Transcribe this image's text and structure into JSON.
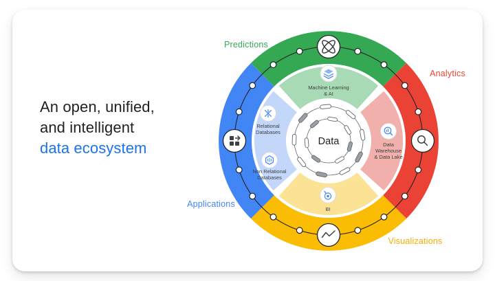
{
  "headline": {
    "lines": [
      "An open, unified,",
      "and intelligent",
      "data ecosystem"
    ],
    "text_color": "#202124",
    "accent_color": "#1A73E8"
  },
  "diagram": {
    "center_label": "Data",
    "ring": {
      "predictions": {
        "label": "Predictions",
        "color": "#34A853",
        "icon": "ml-atom-icon"
      },
      "analytics": {
        "label": "Analytics",
        "color": "#EA4335",
        "icon": "search-icon"
      },
      "visualizations": {
        "label": "Visualizations",
        "color": "#FBBC04",
        "label_color": "#F9AB00",
        "icon": "line-chart-icon"
      },
      "applications": {
        "label": "Applications",
        "color": "#4285F4",
        "icon": "apps-grid-icon"
      }
    },
    "segments": {
      "machine_learning": {
        "lines": [
          "Machine Learning",
          "& AI"
        ],
        "color": "#A8DAB5",
        "icon": "layers-icon"
      },
      "data_warehouse": {
        "lines": [
          "Data",
          "Warehouse",
          "& Data Lake"
        ],
        "color": "#F1B0AB",
        "icon": "bigquery-search-icon"
      },
      "bi": {
        "lines": [
          "BI"
        ],
        "color": "#FBE295",
        "icon": "looker-icon"
      },
      "relational": {
        "lines": [
          "Relational",
          "Databases"
        ],
        "color": "#C3D7FA",
        "icon": "spanner-icon"
      },
      "non_relational": {
        "lines": [
          "Non Relational",
          "Databases"
        ],
        "color": "#C3D7FA",
        "icon": "hexagon-db-icon"
      }
    },
    "icon_accent_color": "#4285F4"
  }
}
